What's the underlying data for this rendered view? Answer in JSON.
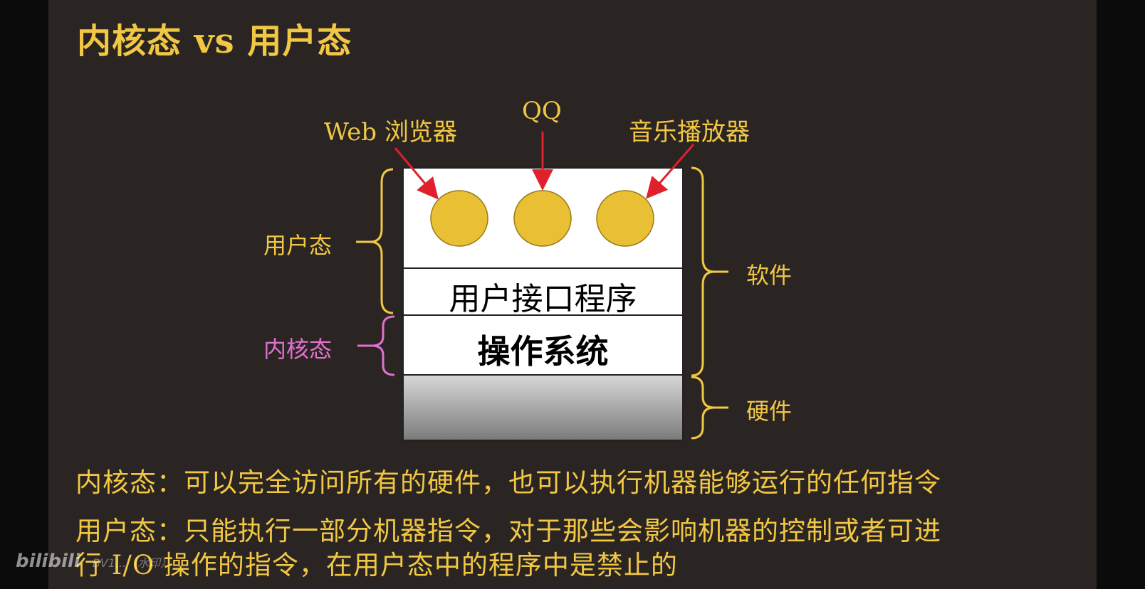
{
  "slide": {
    "title": "内核态 vs 用户态"
  },
  "diagram": {
    "apps": [
      {
        "label": "Web 浏览器"
      },
      {
        "label": "QQ"
      },
      {
        "label": "音乐播放器"
      }
    ],
    "layers": {
      "ui_program": "用户接口程序",
      "os": "操作系统"
    },
    "left_labels": {
      "user_mode": "用户态",
      "kernel_mode": "内核态"
    },
    "right_labels": {
      "software": "软件",
      "hardware": "硬件"
    },
    "colors": {
      "accent": "#f2c744",
      "app_circle": "#e9c034",
      "arrow": "#e0202a",
      "kernel": "#e070d0",
      "background": "#2a2522"
    }
  },
  "description": {
    "line1": "内核态：可以完全访问所有的硬件，也可以执行机器能够运行的任何指令",
    "line2": "用户态：只能执行一部分机器指令，对于那些会影响机器的控制或者可进",
    "line3": "行 I/O 操作的指令，在用户态中的程序中是禁止的"
  },
  "watermark": {
    "logo": "bilibili",
    "text": "BV1...（水印）"
  }
}
